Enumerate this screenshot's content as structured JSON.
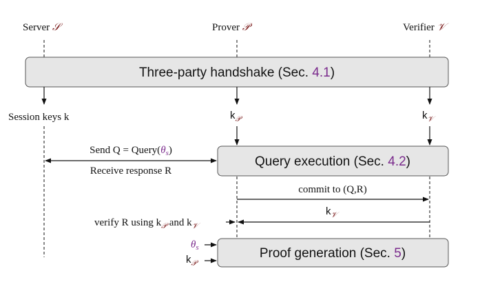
{
  "parties": {
    "server": {
      "name": "Server",
      "symbol": "𝒮"
    },
    "prover": {
      "name": "Prover",
      "symbol": "𝒫"
    },
    "verifier": {
      "name": "Verifier",
      "symbol": "𝒱"
    }
  },
  "boxes": {
    "handshake": {
      "text": "Three-party handshake (Sec. ",
      "ref": "4.1",
      "close": ")"
    },
    "query": {
      "text": "Query execution (Sec. ",
      "ref": "4.2",
      "close": ")"
    },
    "proof": {
      "text": "Proof generation (Sec. ",
      "ref": "5",
      "close": ")"
    }
  },
  "labels": {
    "session_keys": "Session keys k",
    "k": "k",
    "sub_p": "𝒫",
    "sub_v": "𝒱",
    "send_query": "Send Q = Query(",
    "theta": "θ",
    "theta_sub": "s",
    "send_close": ")",
    "receive": "Receive response R",
    "commit": "commit to (Q,R)",
    "verify_prefix": "verify R using k",
    "verify_and": " and k"
  },
  "colors": {
    "box_fill": "#e6e6e6",
    "box_stroke": "#555555",
    "reference": "#7a2a8c",
    "party_symbol": "#7a1a1a"
  }
}
